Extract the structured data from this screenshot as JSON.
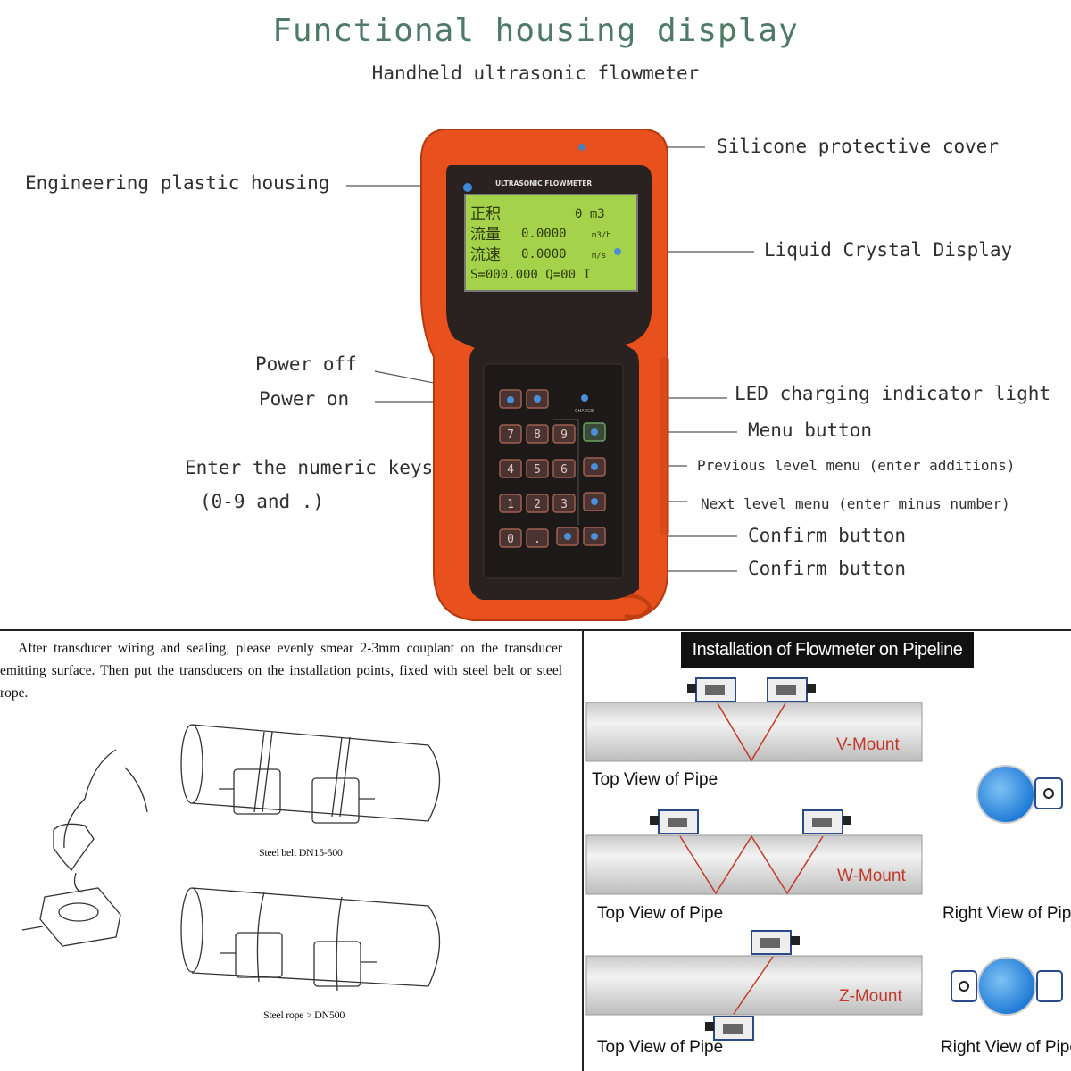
{
  "header": {
    "title": "Functional housing display",
    "subtitle": "Handheld ultrasonic flowmeter"
  },
  "device": {
    "brand_label": "ULTRASONIC FLOWMETER",
    "lcd": {
      "line1_cn": "正积",
      "line1_val": "0 m3",
      "line2_cn": "流量",
      "line2_val": "0.0000",
      "line2_unit": "m3/h",
      "line3_cn": "流速",
      "line3_val": "0.0000",
      "line3_unit": "m/s",
      "line4": "S=000.000 Q=00 I"
    },
    "charge_label": "CHARGE",
    "keys": [
      "7",
      "8",
      "9",
      "4",
      "5",
      "6",
      "1",
      "2",
      "3",
      "0",
      "."
    ],
    "colors": {
      "housing": "#e8501e",
      "panel": "#2a2220",
      "lcd": "#a4d24a"
    }
  },
  "callouts": {
    "silicone_cover": "Silicone protective cover",
    "plastic_housing": "Engineering plastic housing",
    "lcd": "Liquid Crystal Display",
    "power_off": "Power off",
    "power_on": "Power on",
    "led": "LED charging indicator light",
    "menu": "Menu button",
    "numeric_1": "Enter the numeric keys",
    "numeric_2": "(0-9 and .)",
    "previous": "Previous level menu (enter additions)",
    "next": "Next level menu (enter minus number)",
    "confirm_1": "Confirm button",
    "confirm_2": "Confirm button"
  },
  "instructions": {
    "paragraph": "After transducer wiring and sealing, please evenly smear 2-3mm couplant on the transducer emitting surface. Then put the transducers on the installation points, fixed with steel belt or steel rope.",
    "belt_caption": "Steel belt DN15-500",
    "rope_caption": "Steel rope > DN500"
  },
  "installation": {
    "title": "Installation of Flowmeter on Pipeline",
    "v_mount": "V-Mount",
    "w_mount": "W-Mount",
    "z_mount": "Z-Mount",
    "top_view_1": "Top View of Pipe",
    "top_view_2": "Top View of Pipe",
    "top_view_3": "Top View of Pipe",
    "right_view_1": "Right View of Pipe",
    "right_view_2": "Right View of Pipe"
  }
}
